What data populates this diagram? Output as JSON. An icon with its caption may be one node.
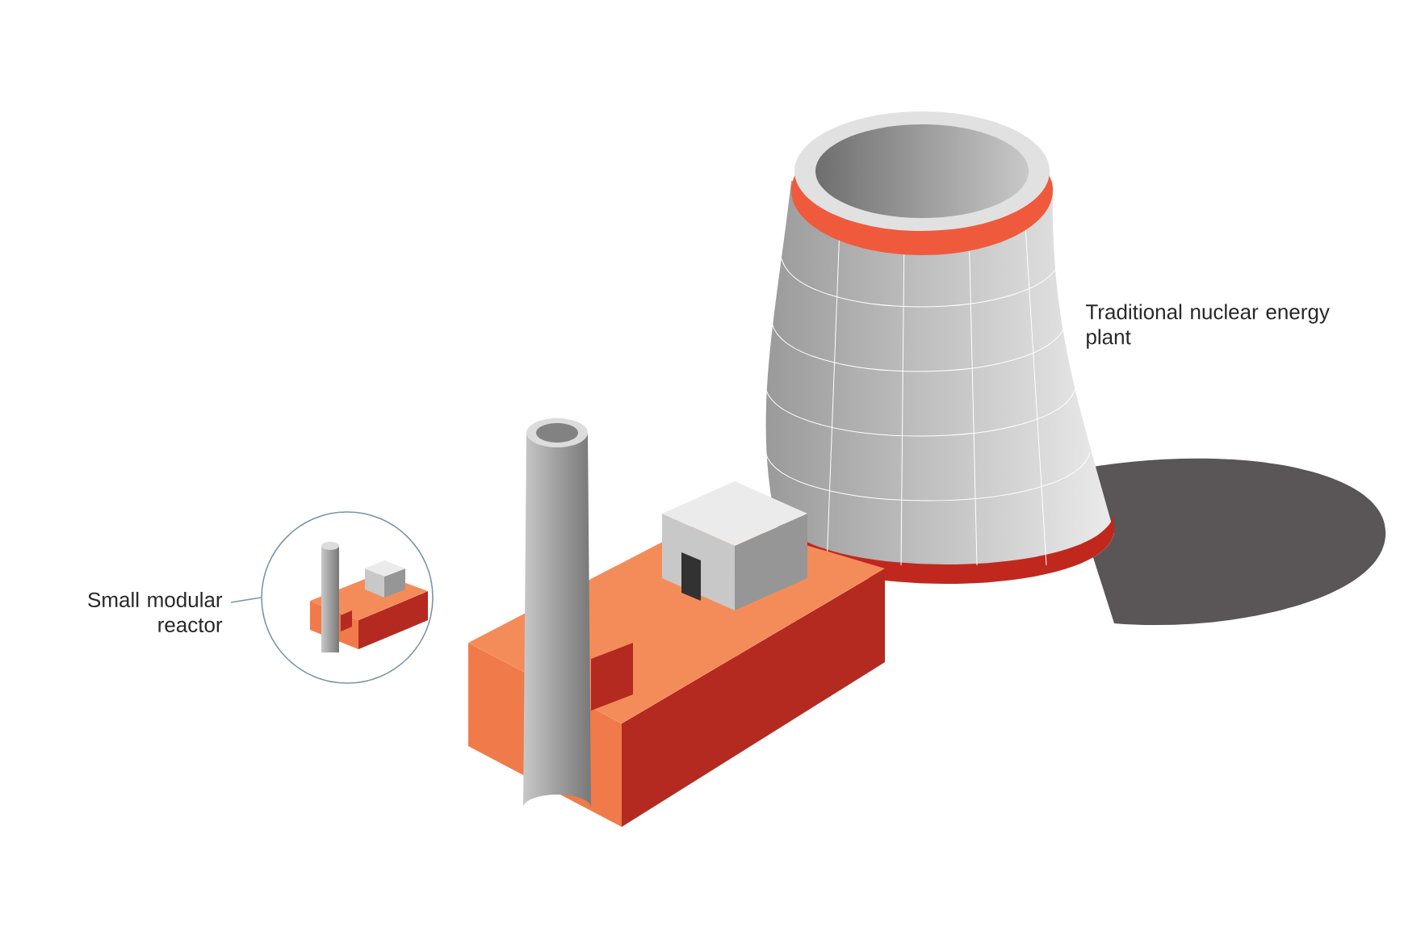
{
  "diagram": {
    "nodes": [
      {
        "text": [
          "Small modular reactor"
        ]
      },
      {
        "text": [],
        "shape": "circle"
      }
    ],
    "edges": [
      {
        "from": 0,
        "to": 1,
        "arrow": "none"
      }
    ],
    "labels": [
      "Traditional nuclear energy plant"
    ]
  }
}
